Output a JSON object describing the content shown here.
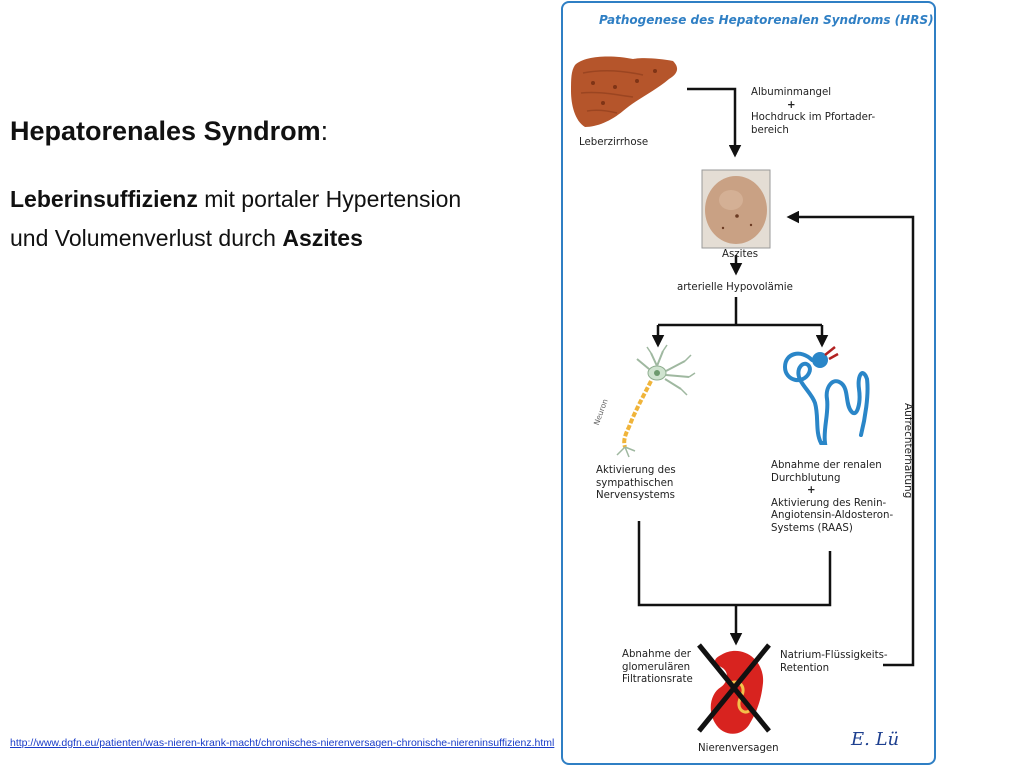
{
  "slide": {
    "title_bold": "Hepatorenales Syndrom",
    "title_suffix": ":",
    "line1_bold": "Leberinsuffizienz",
    "line1_rest": " mit portaler Hypertension",
    "line2_start": "und Volumenverlust durch ",
    "line2_bold": "Aszites",
    "source_url": "http://www.dgfn.eu/patienten/was-nieren-krank-macht/chronisches-nierenversagen-chronische-niereninsuffizienz.html"
  },
  "diagram": {
    "title": "Pathogenese des Hepatorenalen Syndroms (HRS)",
    "liver_label": "Leberzirrhose",
    "cause_line1": "Albuminmangel",
    "cause_plus": "+",
    "cause_line2": "Hochdruck im Pfortader-",
    "cause_line3": "bereich",
    "ascites_label": "Aszites",
    "hypovolemia_label": "arterielle Hypovolämie",
    "neuron_tag": "Neuron",
    "sympathetic_line1": "Aktivierung des",
    "sympathetic_line2": "sympathischen",
    "sympathetic_line3": "Nervensystems",
    "renal_line1": "Abnahme der renalen",
    "renal_line2": "Durchblutung",
    "renal_plus": "+",
    "renal_line3": "Aktivierung des Renin-",
    "renal_line4": "Angiotensin-Aldosteron-",
    "renal_line5": "Systems (RAAS)",
    "gfr_line1": "Abnahme der",
    "gfr_line2": "glomerulären",
    "gfr_line3": "Filtrationsrate",
    "sodium_line1": "Natrium-Flüssigkeits-",
    "sodium_line2": "Retention",
    "failure_label": "Nierenversagen",
    "feedback_label": "Aufrechterhaltung",
    "signature": "E. Lü"
  },
  "colors": {
    "panel_border": "#2f7fc4",
    "title_blue": "#2f7fc4",
    "liver": "#b5552b",
    "kidney": "#d8231f",
    "nephron": "#2a86c8",
    "neuron": "#9fb8a0",
    "axon": "#f0b43a"
  }
}
